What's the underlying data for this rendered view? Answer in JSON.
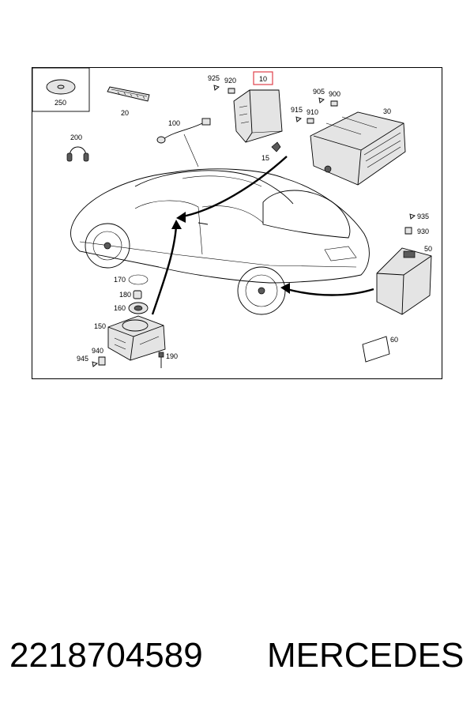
{
  "diagram": {
    "callouts": {
      "p250": "250",
      "p20": "20",
      "p925": "925",
      "p920": "920",
      "p10": "10",
      "p905": "905",
      "p900": "900",
      "p915": "915",
      "p910": "910",
      "p30": "30",
      "p100": "100",
      "p200": "200",
      "p15": "15",
      "p935": "935",
      "p930": "930",
      "p50": "50",
      "p170": "170",
      "p180": "180",
      "p160": "160",
      "p150": "150",
      "p940": "940",
      "p945": "945",
      "p190": "190",
      "p60": "60"
    },
    "highlighted_callout": "10",
    "highlight_color": "#e0404a"
  },
  "footer": {
    "part_number": "2218704589",
    "brand": "MERCEDES"
  }
}
